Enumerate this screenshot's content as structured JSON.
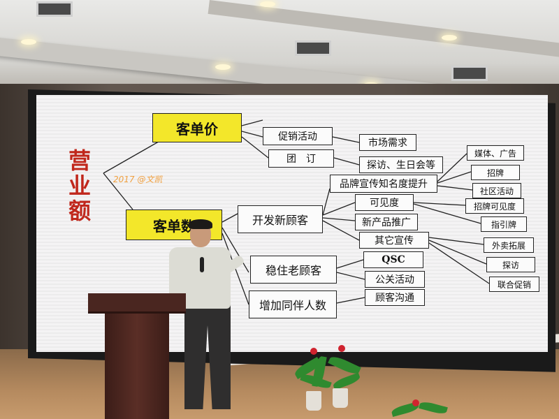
{
  "slide": {
    "main_title": [
      "营",
      "业",
      "额"
    ],
    "watermark": "2017 @文凯",
    "yellow_boxes": {
      "price": "客单价",
      "count": "客单数"
    },
    "price_branches": [
      "促销活动",
      "团　订"
    ],
    "price_leaves": [
      "市场需求",
      "探访、生日会等"
    ],
    "count_branches": [
      "开发新顾客",
      "稳住老顾客",
      "增加同伴人数"
    ],
    "new_customer_items": [
      "品牌宣传知名度提升",
      "可见度",
      "新产品推广",
      "其它宣传"
    ],
    "old_customer_items": [
      "QSC",
      "公关活动"
    ],
    "companion_items": [
      "顾客沟通"
    ],
    "brand_items": [
      "媒体、广告",
      "招牌",
      "社区活动"
    ],
    "visibility_items": [
      "招牌可见度",
      "指引牌"
    ],
    "other_items": [
      "外卖拓展",
      "探访",
      "联合促销"
    ]
  },
  "scene": {
    "screen_bg": "#f4f3f4",
    "accent_red": "#c0271c",
    "box_yellow": "#f3e72a"
  }
}
